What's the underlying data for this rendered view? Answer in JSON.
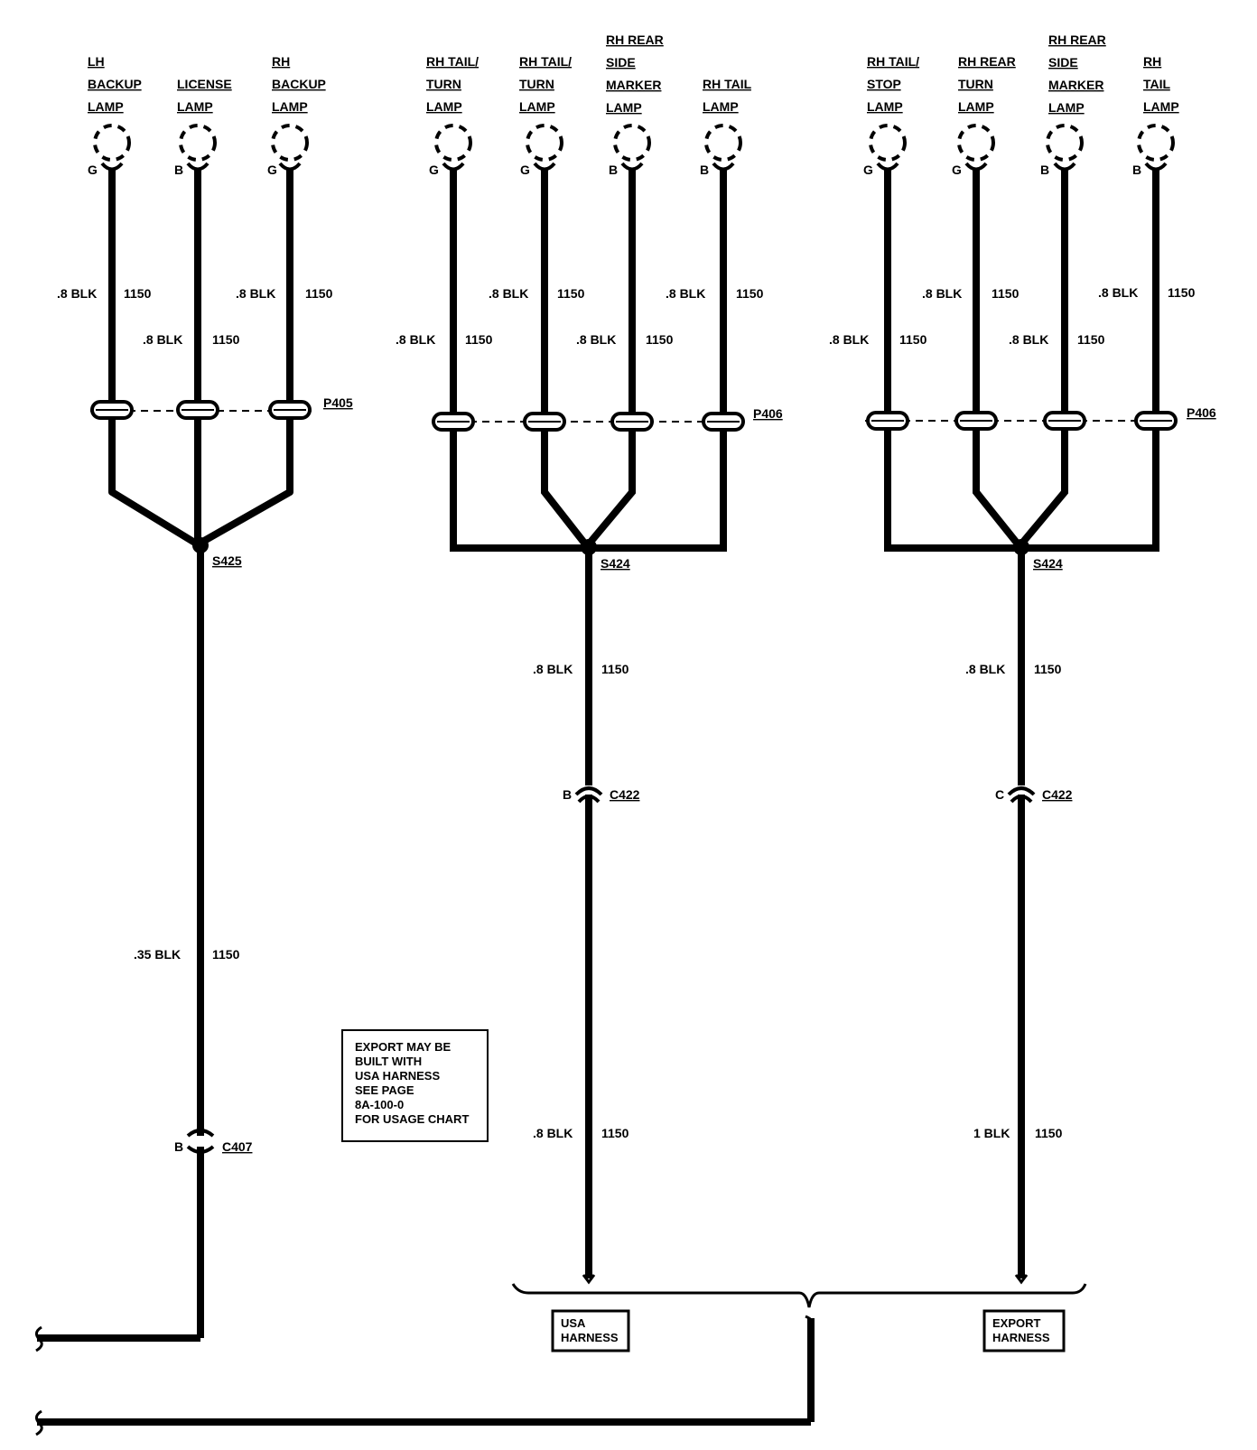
{
  "lamps": {
    "lh_backup": [
      "LH",
      "BACKUP",
      "LAMP"
    ],
    "license": [
      "LICENSE",
      "LAMP"
    ],
    "rh_backup": [
      "RH",
      "BACKUP",
      "LAMP"
    ],
    "rh_tail_turn_1": [
      "RH TAIL/",
      "TURN",
      "LAMP"
    ],
    "rh_tail_turn_2": [
      "RH TAIL/",
      "TURN",
      "LAMP"
    ],
    "rh_rear_side_marker_1": [
      "RH REAR",
      "SIDE",
      "MARKER",
      "LAMP"
    ],
    "rh_tail_1": [
      "RH TAIL",
      "LAMP"
    ],
    "rh_tail_stop": [
      "RH TAIL/",
      "STOP",
      "LAMP"
    ],
    "rh_rear_turn": [
      "RH REAR",
      "TURN",
      "LAMP"
    ],
    "rh_rear_side_marker_2": [
      "RH REAR",
      "SIDE",
      "MARKER",
      "LAMP"
    ],
    "rh_tail_2": [
      "RH",
      "TAIL",
      "LAMP"
    ]
  },
  "pins": {
    "g": "G",
    "b": "B",
    "c": "C"
  },
  "wires": {
    "blk_08": ".8 BLK",
    "blk_035": ".35 BLK",
    "blk_1": "1 BLK",
    "circuit": "1150"
  },
  "connectors": {
    "p405": "P405",
    "p406": "P406",
    "s425": "S425",
    "s424": "S424",
    "c422": "C422",
    "c407": "C407"
  },
  "harness": {
    "usa": [
      "USA",
      "HARNESS"
    ],
    "export": [
      "EXPORT",
      "HARNESS"
    ]
  },
  "note": {
    "lines": [
      "EXPORT MAY BE",
      "BUILT WITH",
      "USA HARNESS",
      "SEE PAGE",
      "8A-100-0",
      "FOR USAGE CHART"
    ]
  }
}
